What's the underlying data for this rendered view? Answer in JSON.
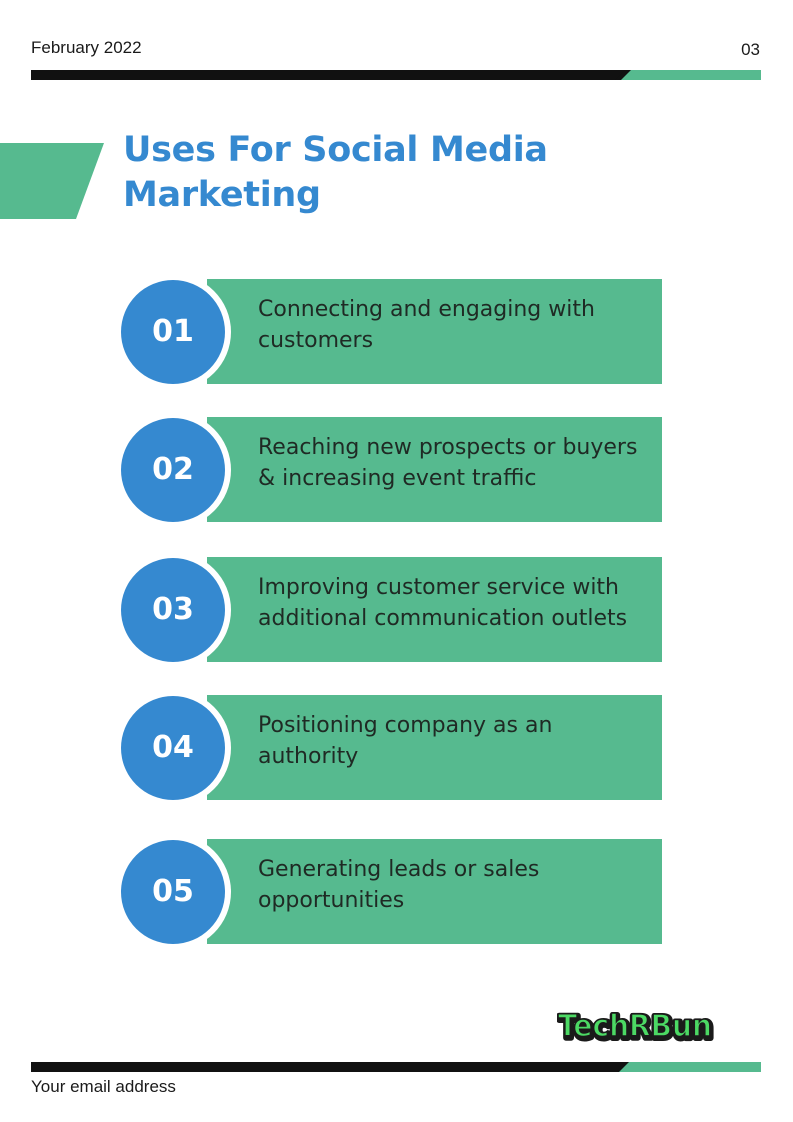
{
  "header": {
    "date": "February 2022",
    "page_number": "03"
  },
  "title": "Uses For Social Media Marketing",
  "items": [
    {
      "number": "01",
      "text": "Connecting and engaging with customers"
    },
    {
      "number": "02",
      "text": "Reaching new prospects or buyers & increasing event traffic"
    },
    {
      "number": "03",
      "text": "Improving customer service with additional communication outlets"
    },
    {
      "number": "04",
      "text": "Positioning company as an authority"
    },
    {
      "number": "05",
      "text": "Generating leads or sales opportunities"
    }
  ],
  "logo": {
    "text": "TechRBun"
  },
  "footer": {
    "email": "Your email address"
  },
  "colors": {
    "blue": "#3589d0",
    "green": "#56ba8f",
    "black": "#111111"
  }
}
